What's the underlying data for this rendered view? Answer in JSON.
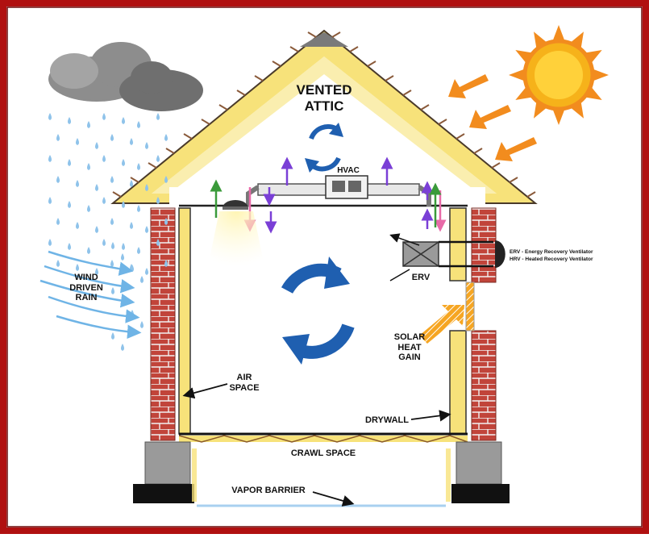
{
  "labels": {
    "vented_attic_line1": "VENTED",
    "vented_attic_line2": "ATTIC",
    "hvac": "HVAC",
    "wind_line1": "WIND",
    "wind_line2": "DRIVEN",
    "wind_line3": "RAIN",
    "erv": "ERV",
    "erv_legend_line1": "ERV - Energy Recovery Ventilator",
    "erv_legend_line2": "HRV - Heated Recovery Ventilator",
    "solar_line1": "SOLAR",
    "solar_line2": "HEAT",
    "solar_line3": "GAIN",
    "air_space_line1": "AIR",
    "air_space_line2": "SPACE",
    "drywall": "DRYWALL",
    "crawl_space": "CRAWL SPACE",
    "vapor_barrier": "VAPOR BARRIER"
  },
  "colors": {
    "frame": "#b01010",
    "insulation": "#f7e27a",
    "brick": "#c1443a",
    "circulation_arrows": "#1f5fb0",
    "sun": "#f6b21a",
    "sun_arrows": "#f28c1e",
    "rain": "#8fc3ea",
    "cloud": "#8d8d8d",
    "hvac_up_arrows": "#7a3fd6",
    "pink_arrows": "#e86aa8",
    "green_arrows": "#3a9a3a"
  },
  "icons": [
    "sun-icon",
    "cloud-icon",
    "rain-drops",
    "circulation-arrows-icon",
    "hvac-unit",
    "erv-unit",
    "ceiling-light-icon"
  ]
}
